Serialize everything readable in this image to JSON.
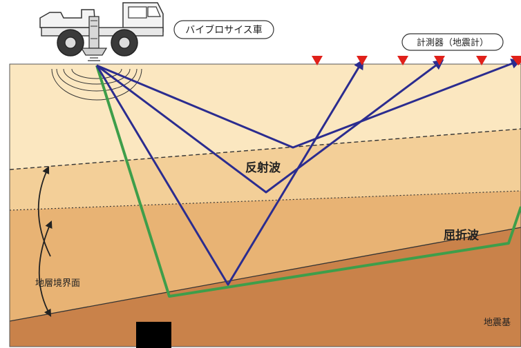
{
  "labels": {
    "vibroseis_truck": "バイブロサイス車",
    "geophones": "計測器（地震計）",
    "reflected_wave": "反射波",
    "refracted_wave": "屈折波",
    "layer_boundary": "地層境界面",
    "bedrock": "地震基"
  },
  "colors": {
    "layer_1": "#fbe7c0",
    "layer_2": "#f3cf98",
    "layer_3": "#e8b374",
    "layer_4": "#d99a5c",
    "bedrock": "#c9824a",
    "reflected_ray": "#2b2c8f",
    "refracted_ray": "#3e9e4a",
    "geophone": "#e0201a",
    "outline": "#333333"
  },
  "icons": {
    "truck": "vibroseis-truck-icon",
    "sensor": "geophone-triangle-icon",
    "boundary_arrow": "double-headed-arrow-icon"
  }
}
